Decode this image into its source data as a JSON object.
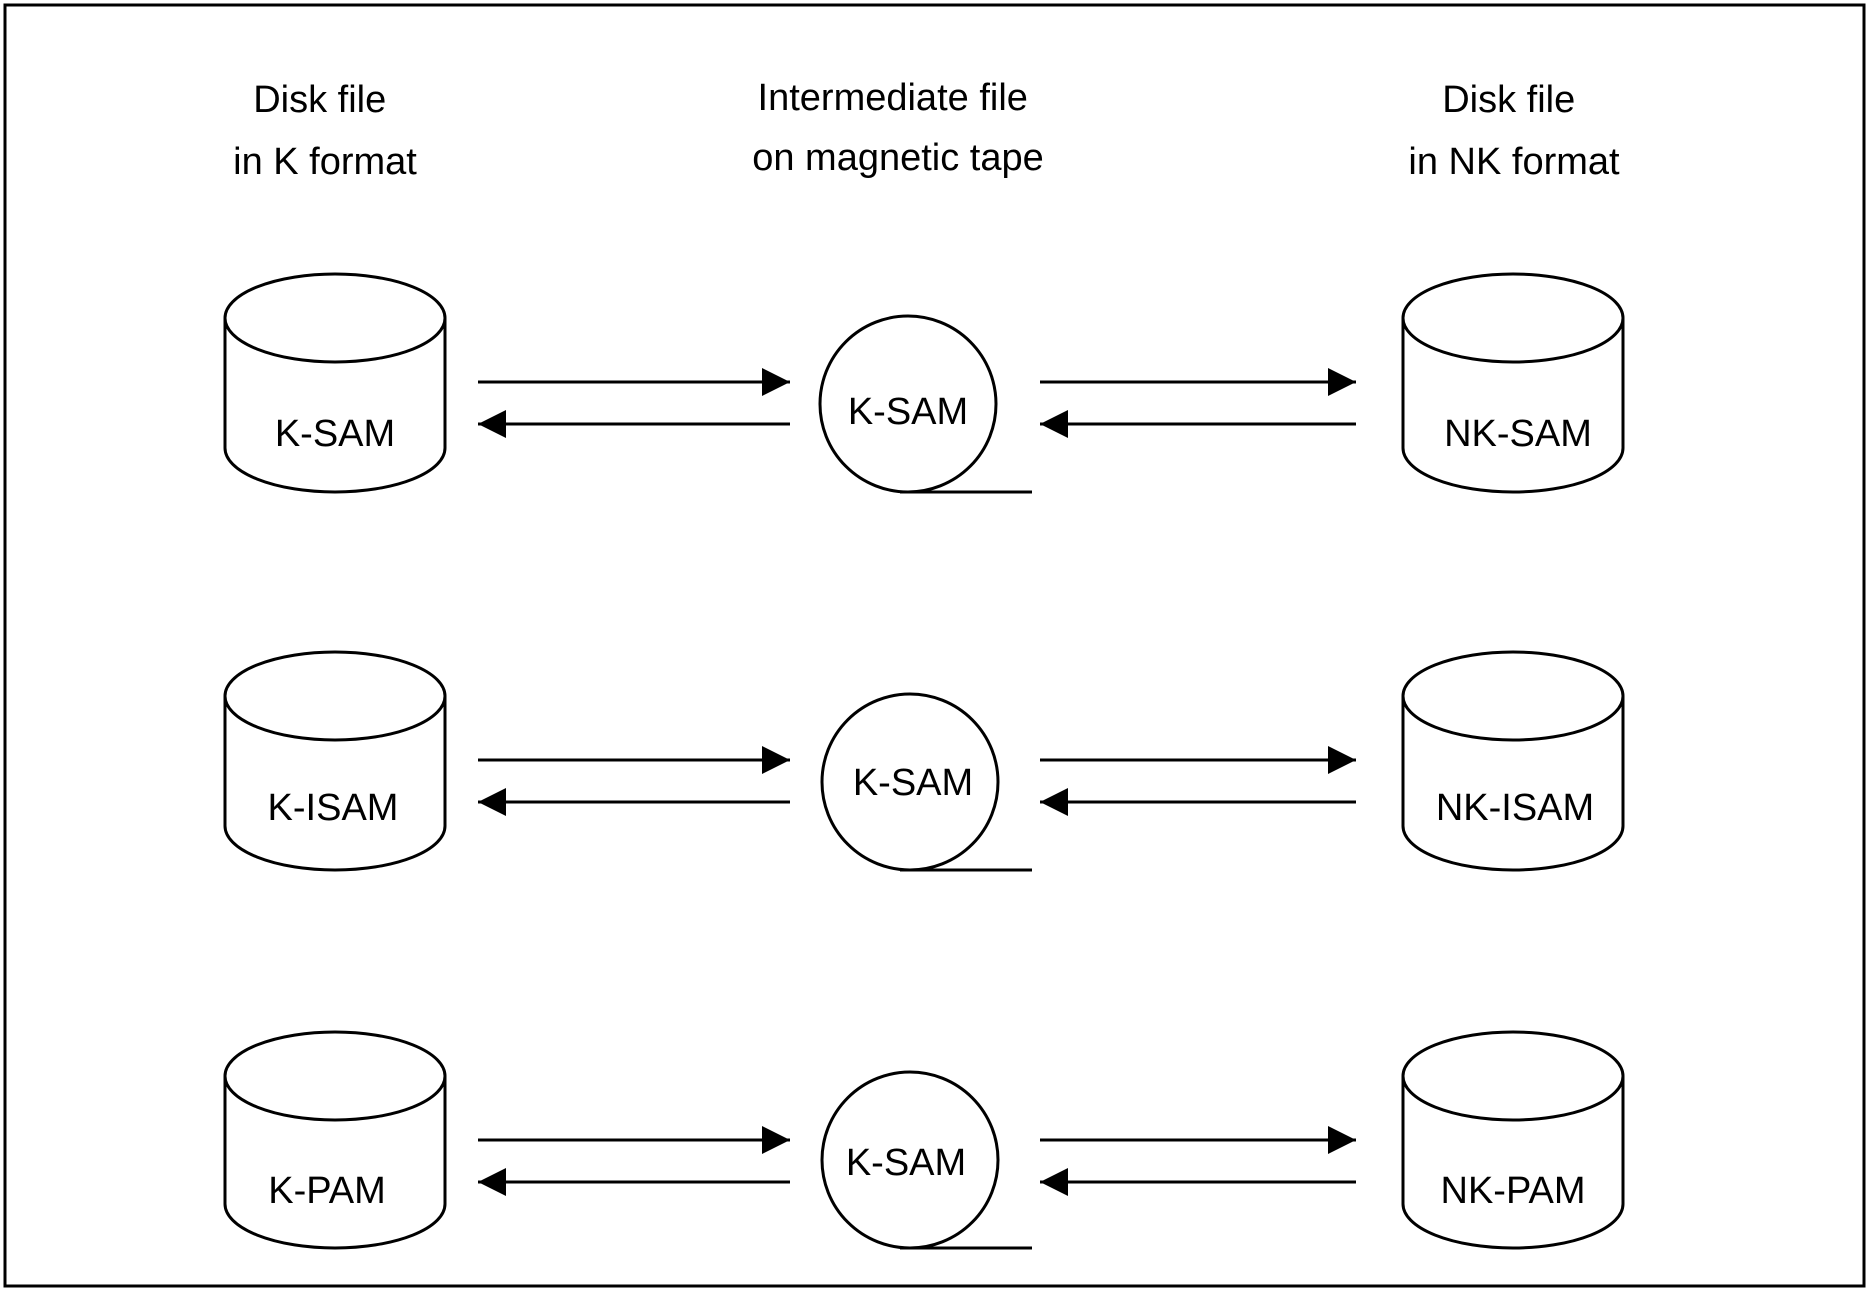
{
  "headers": {
    "left": [
      "Disk file",
      "in K format"
    ],
    "middle": [
      "Intermediate file",
      "on magnetic tape"
    ],
    "right": [
      "Disk file",
      "in NK format"
    ]
  },
  "rows": [
    {
      "k": "K-SAM",
      "tape": "K-SAM",
      "nk": "NK-SAM"
    },
    {
      "k": "K-ISAM",
      "tape": "K-SAM",
      "nk": "NK-ISAM"
    },
    {
      "k": "K-PAM",
      "tape": "K-SAM",
      "nk": "NK-PAM"
    }
  ]
}
